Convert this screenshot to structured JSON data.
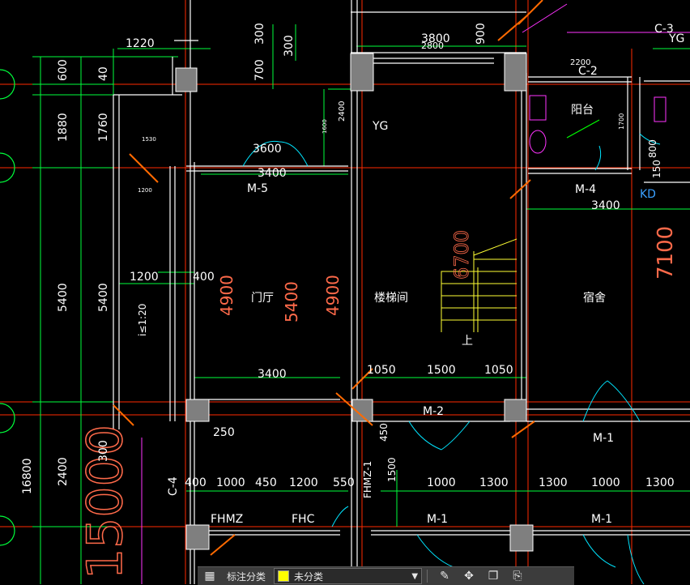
{
  "drawing": {
    "dims_top": [
      "1220",
      "3800",
      "2800",
      "900",
      "300",
      "300",
      "700",
      "2200",
      "C-2",
      "C-3",
      "YG"
    ],
    "dims_left": [
      "600",
      "40",
      "1880",
      "1760",
      "5400",
      "5400",
      "16800",
      "2400",
      "300",
      "1530",
      "1200",
      "1200",
      "i≤1:20",
      "C-4",
      "400"
    ],
    "room_labels": {
      "hall": "门厅",
      "stair": "楼梯间",
      "dorm": "宿舍",
      "balcony": "阳台",
      "up": "上"
    },
    "door_labels": {
      "m5": "M-5",
      "m4": "M-4",
      "m2": "M-2",
      "m1a": "M-1",
      "m1b": "M-1",
      "m1c": "M-1",
      "fhm": "FHMZ",
      "fhc": "FHC",
      "fhm1": "FHMZ-1",
      "kd": "KD",
      "yg2": "YG"
    },
    "dims_inner": {
      "d3600": "3600",
      "d3400a": "3400",
      "d3400b": "3400",
      "d3400c": "3400",
      "d4900a": "4900",
      "d4900b": "4900",
      "d5400": "5400",
      "d6700": "6700",
      "d7100": "7100",
      "d400": "400",
      "d2400": "2400",
      "d1050a": "1050",
      "d1500": "1500",
      "d1050b": "1050",
      "d250": "250",
      "d450": "450",
      "d1500v": "1500",
      "d1700": "1700",
      "d800": "800",
      "d150": "150",
      "d1600": "1600"
    },
    "dims_bottom": [
      "400",
      "1000",
      "450",
      "1200",
      "550",
      "1000",
      "1300",
      "1300",
      "1000",
      "1300"
    ],
    "big_text": "15000"
  },
  "toolbar": {
    "label": "标注分类",
    "select_value": "未分类",
    "swatch_color": "#ffff00"
  }
}
